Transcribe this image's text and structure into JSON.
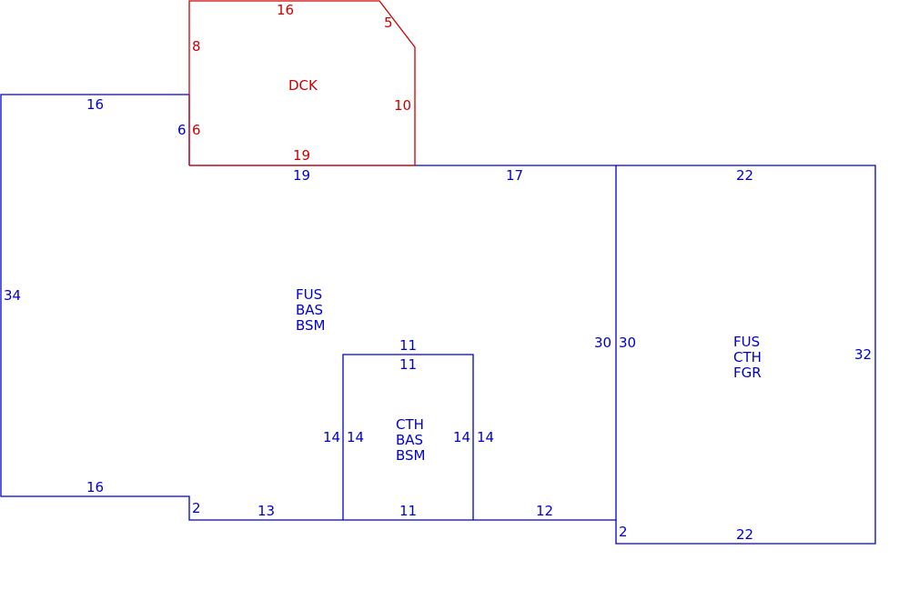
{
  "colors": {
    "main": "#0000cc",
    "deck": "#cc0000",
    "background": "#ffffff"
  },
  "deck": {
    "label": "DCK",
    "dims": {
      "top": "16",
      "diag": "5",
      "left": "8",
      "right": "10",
      "bottom": "19",
      "shared": "6"
    }
  },
  "main": {
    "labels": [
      "FUS",
      "BAS",
      "BSM"
    ],
    "dims": {
      "top_left": "16",
      "left": "34",
      "bottom_left": "16",
      "step": "6",
      "step_bottom": "2",
      "top_mid": "19",
      "top_right": "17",
      "right": "30",
      "bottom_a": "13",
      "bottom_b": "12"
    }
  },
  "garage": {
    "labels": [
      "FUS",
      "CTH",
      "FGR"
    ],
    "dims": {
      "top": "22",
      "left": "30",
      "right": "32",
      "bottom": "22",
      "step": "2"
    }
  },
  "inset": {
    "labels": [
      "CTH",
      "BAS",
      "BSM"
    ],
    "dims": {
      "top_outer": "11",
      "top_inner": "11",
      "left_outer": "14",
      "left_inner": "14",
      "right_inner": "14",
      "right_outer": "14",
      "bottom": "11"
    }
  }
}
